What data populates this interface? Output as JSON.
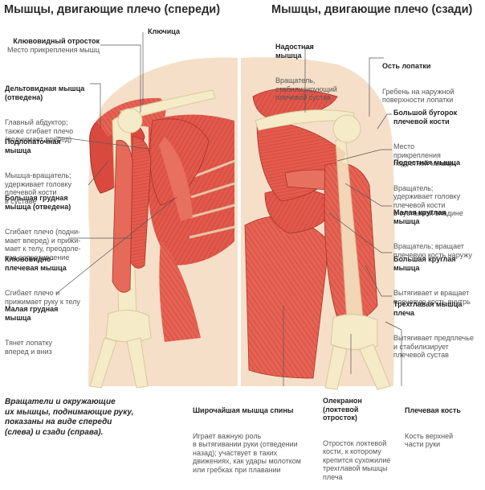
{
  "titles": {
    "front": "Мышцы, двигающие плечо (спереди)",
    "back": "Мышцы, двигающие плечо (сзади)"
  },
  "front_labels": [
    {
      "head": "Клювовидный отросток",
      "desc": "Место прикрепления мышц"
    },
    {
      "head": "Ключица",
      "desc": ""
    },
    {
      "head": "Дельтовидная мышца\n(отведена)",
      "desc": "Главный абдуктор;\nтакже сгибает плечо\n(поднимает вперед)"
    },
    {
      "head": "Подлопаточная\nмышца",
      "desc": "Мышца-вращатель;\nудерживает головку\nплечевой кости\nв суставе"
    },
    {
      "head": "Большая грудная\nмышца (отведена)",
      "desc": "Сгибает плечо (подни-\nмает вперед) и прижи-\nмает к телу, преодоле-\nвая сопротивление"
    },
    {
      "head": "Клювовидно-\nплечевая мышца",
      "desc": "Сгибает плечо и\nприжимает руку к телу"
    },
    {
      "head": "Малая грудная\nмышца",
      "desc": "Тянет лопатку\nвперед и вниз"
    }
  ],
  "back_labels": [
    {
      "head": "Надостная\nмышца",
      "desc": "Вращатель,\nстабилизирующий\nплечевой сустав"
    },
    {
      "head": "Ость лопатки",
      "desc": "Гребень на наружной\nповерхности лопатки"
    },
    {
      "head": "Большой бугорок\nплечевой кости",
      "desc": "Место\nприкрепления\nподостной мышцы"
    },
    {
      "head": "Подостная мышца",
      "desc": "Вращатель;\nудерживает головку\nплечевой кости\nв суставной впадине"
    },
    {
      "head": "Малая круглая\nмышца",
      "desc": "Вращатель; вращает\nплечевую кость наружу"
    },
    {
      "head": "Большая круглая\nмышца",
      "desc": "Вытягивает и вращает\nплечевую кость внутрь"
    },
    {
      "head": "Трехглавая мышца\nплеча",
      "desc": "Вытягивает предплечье\nи стабилизирует\nплечевой сустав"
    },
    {
      "head": "Широчайшая мышца спины",
      "desc": "Играет важную роль\nв вытягивании руки (отведении\nназад); участвует в таких\nдвижениях, как удары молотком\nили гребках при плавании"
    },
    {
      "head": "Олекранон\n(локтевой\nотросток)",
      "desc": "Отросток локтевой\nкости, к которому\nкрепится сухожилие\nтрехглавой мышцы\nплеча"
    },
    {
      "head": "Плечевая кость",
      "desc": "Кость верхней\nчасти руки"
    }
  ],
  "caption": "Вращатели и окружающие\nих мышцы, поднимающие руку,\nпоказаны на виде спереди\n(слева) и сзади (справа).",
  "colors": {
    "skin": "#f6dfc8",
    "muscle": "#e2584a",
    "muscle_dark": "#b83a30",
    "muscle_light": "#f08a78",
    "bone": "#f5ebc8",
    "bone_edge": "#d9c79a",
    "line": "#555555"
  }
}
